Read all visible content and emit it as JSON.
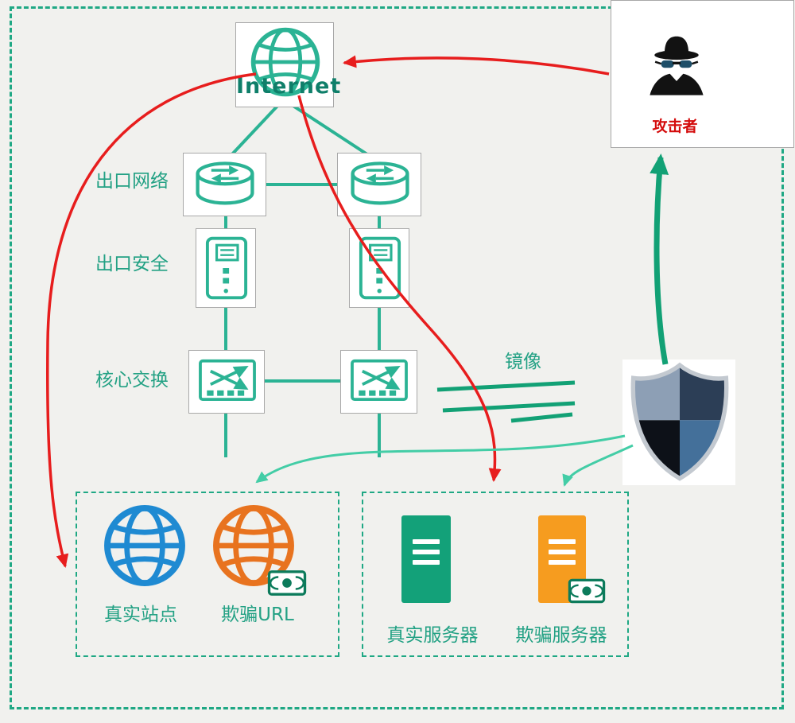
{
  "labels": {
    "internet": "Internet",
    "attacker": "攻击者",
    "exit_network": "出口网络",
    "exit_security": "出口安全",
    "core_switch": "核心交换",
    "mirror": "镜像",
    "real_site": "真实站点",
    "decoy_url": "欺骗URL",
    "real_server": "真实服务器",
    "decoy_server": "欺骗服务器"
  },
  "icons": {
    "internet": "globe-icon",
    "attacker": "spy-icon",
    "exit_network": "router-icon",
    "exit_security": "firewall-icon",
    "core_switch": "switch-icon",
    "protection": "shield-icon",
    "real_site": "globe-icon",
    "decoy_url": "globe-icon",
    "real_server": "server-icon",
    "decoy_server": "server-icon",
    "monitor": "surveillance-icon"
  },
  "colors": {
    "diagram_teal": "#2bb394",
    "label_text": "#23a184",
    "internet_text": "#0f7f6a",
    "attacker_text": "#d40b0b",
    "attack_path_red": "#e71d1d",
    "mirror_green": "#12a175",
    "decoy_path_teal": "#43cda6",
    "real_site_blue": "#1f8ad2",
    "decoy_orange": "#e8731f",
    "real_server_green": "#13a179",
    "decoy_server_orange": "#f69c1f",
    "border_dashed_green": "#1fa884"
  }
}
